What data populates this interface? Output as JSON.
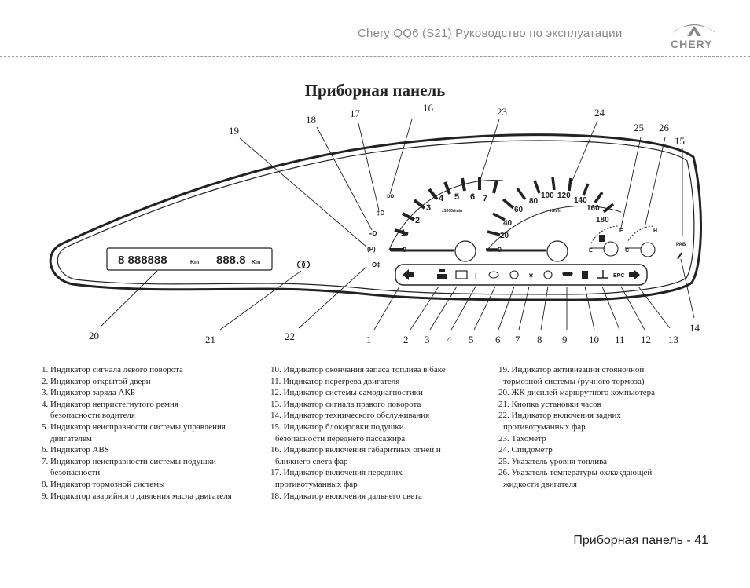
{
  "header": {
    "title": "Chery QQ6 (S21)  Руководство по эксплуатации",
    "brand": "CHERY",
    "accent_color": "#8a8a8a"
  },
  "section_title": "Приборная панель",
  "diagram": {
    "lcd_left": "8 888888",
    "lcd_left_unit": "Km",
    "lcd_right": "888.8",
    "lcd_right_unit": "Km",
    "tacho_ticks": [
      "1",
      "2",
      "3",
      "4",
      "5",
      "6",
      "7"
    ],
    "tacho_unit": "x1000r/min",
    "speed_ticks": [
      "20",
      "40",
      "60",
      "80",
      "100",
      "120",
      "140",
      "160",
      "180"
    ],
    "speed_unit": "Km/h",
    "fuel_labels": [
      "E",
      "F"
    ],
    "temp_labels": [
      "C",
      "H"
    ],
    "callouts": [
      "1",
      "2",
      "3",
      "4",
      "5",
      "6",
      "7",
      "8",
      "9",
      "10",
      "11",
      "12",
      "13",
      "14",
      "15",
      "16",
      "17",
      "18",
      "19",
      "20",
      "21",
      "22",
      "23",
      "24",
      "25",
      "26"
    ],
    "indicator_icons": [
      "left-turn-icon",
      "door-open-icon",
      "battery-icon",
      "seatbelt-icon",
      "engine-check-icon",
      "abs-icon",
      "airbag-icon",
      "brake-icon",
      "oil-pressure-icon",
      "low-fuel-icon",
      "coolant-temp-icon",
      "epc-icon",
      "right-turn-icon"
    ]
  },
  "legend": {
    "col1": [
      "1. Индикатор сигнала левого поворота",
      "2. Индикатор открытой двери",
      "3. Индикатор заряда АКБ",
      "4. Индикатор непристегнутого ремня",
      "    безопасности водителя",
      "5. Индикатор неисправности системы управления",
      "    двигателем",
      "6. Индикатор ABS",
      "7. Индикатор неисправности системы подушки",
      "    безопасности",
      "8. Индикатор тормозной системы",
      "9. Индикатор аварийного давления масла двигателя"
    ],
    "col2": [
      "10. Индикатор окончания запаса топлива в баке",
      "11. Индикатор перегрева  двигателя",
      "12. Индикатор системы самодиагностики",
      "13. Индикатор сигнала правого поворота",
      "14. Индикатор технического обслуживания",
      "15. Индикатор блокировки подушки",
      "      безопасности переднего пассажира.",
      "16. Индикатор включения габаритных огней и",
      "      ближнего света фар",
      "17. Индикатор включения передних",
      "      противотуманных фар",
      "18. Индикатор включения дальнего света"
    ],
    "col3": [
      "19. Индикатор активизации стояночной",
      "      тормозной системы (ручного тормоза)",
      "20. ЖК дисплей маршрутного компьютера",
      "21. Кнопка установки часов",
      "22. Индикатор включения задних",
      "      противотуманных фар",
      "23. Тахометр",
      "24. Спидометр",
      "25. Указатель уровня топлива",
      "26. Указатель температуры охлаждающей",
      "      жидкости двигателя"
    ]
  },
  "footer": "Приборная панель - 41"
}
